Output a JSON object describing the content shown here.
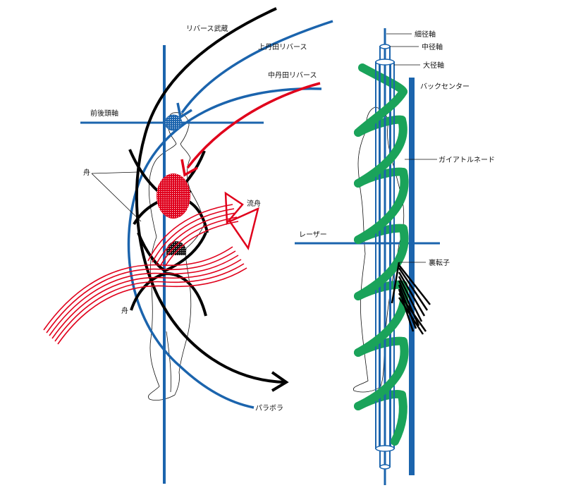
{
  "labels": {
    "reverse_musashi": "リバース武蔵",
    "upper_dantian_reverse": "上丹田リバース",
    "middle_dantian_reverse": "中丹田リバース",
    "front_back_head_axis": "前後頭軸",
    "boat_upper": "舟",
    "flowing_boat": "流舟",
    "boat_lower": "舟",
    "parabola": "パラボラ",
    "thin_axis": "細径軸",
    "medium_axis": "中径軸",
    "large_axis": "大径軸",
    "back_center": "バックセンター",
    "gaia_tornado": "ガイアトルネード",
    "laser": "レーザー",
    "rear_rotor": "裏転子"
  },
  "colors": {
    "blue": "#1b64ad",
    "red": "#e0001b",
    "green": "#1aa35a",
    "black": "#000000"
  }
}
